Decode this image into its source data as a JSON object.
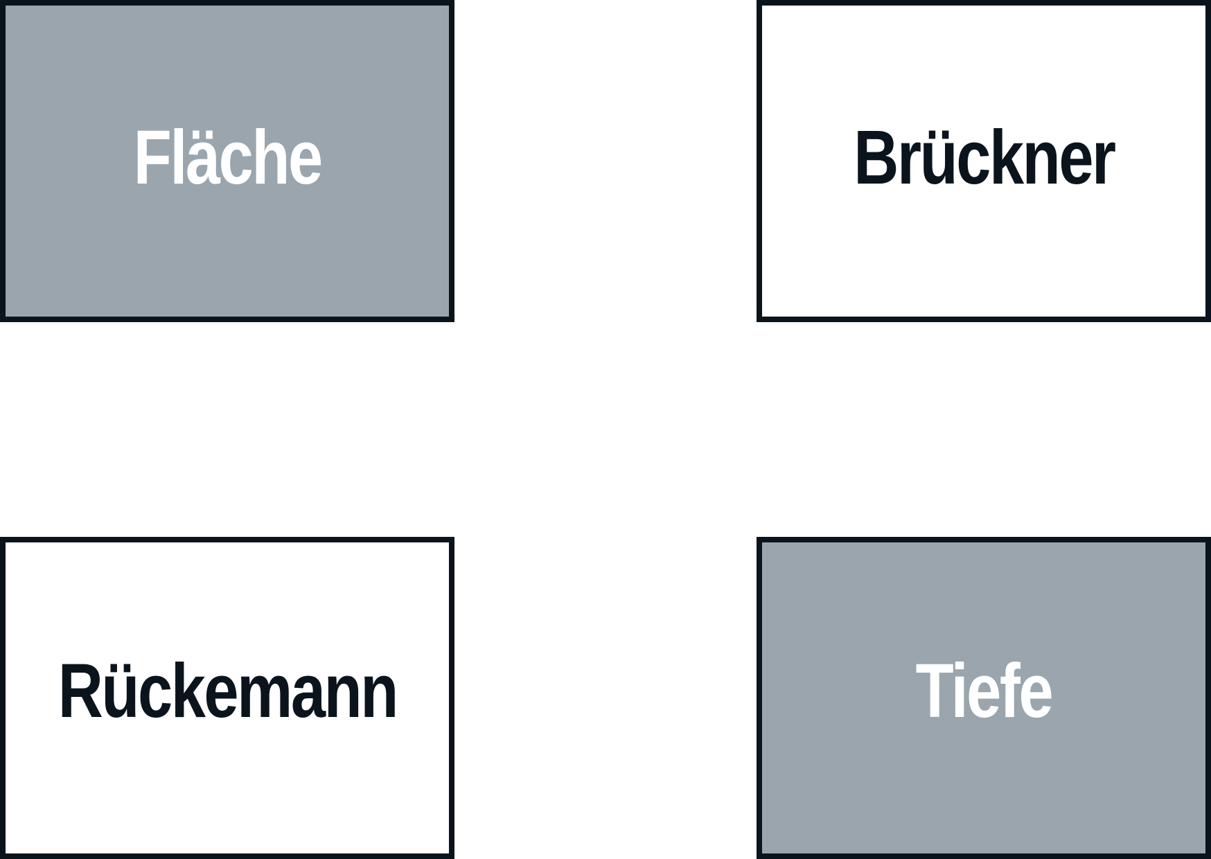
{
  "cards": [
    {
      "label": "Fläche",
      "style": "filled",
      "fill": "#9ba5ad",
      "text_color": "#ffffff"
    },
    {
      "label": "Brückner",
      "style": "outline",
      "fill": "#ffffff",
      "text_color": "#0b141c"
    },
    {
      "label": "Rückemann",
      "style": "outline",
      "fill": "#ffffff",
      "text_color": "#0b141c"
    },
    {
      "label": "Tiefe",
      "style": "filled",
      "fill": "#9ba5ad",
      "text_color": "#ffffff"
    }
  ],
  "colors": {
    "border": "#0b141c",
    "filled_background": "#9ba5ad",
    "outline_background": "#ffffff"
  }
}
